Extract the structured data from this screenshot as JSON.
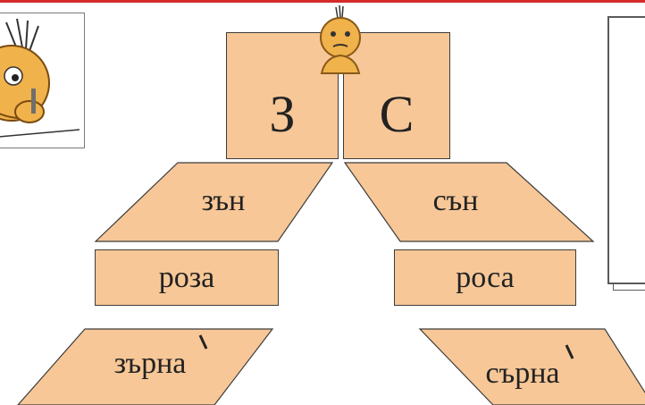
{
  "letters": {
    "left": "З",
    "right": "С"
  },
  "words": {
    "left_top": "зън",
    "right_top": "сън",
    "left_mid": "роза",
    "right_mid": "роса",
    "left_bottom": "зърна",
    "right_bottom": "сърна"
  },
  "colors": {
    "panel": "#f7c797",
    "accent_line": "#d42a2a",
    "mascot": "#f0b24a"
  },
  "icons": [
    "mascot-thinking-icon",
    "mascot-head-icon",
    "stress-mark-icon"
  ]
}
